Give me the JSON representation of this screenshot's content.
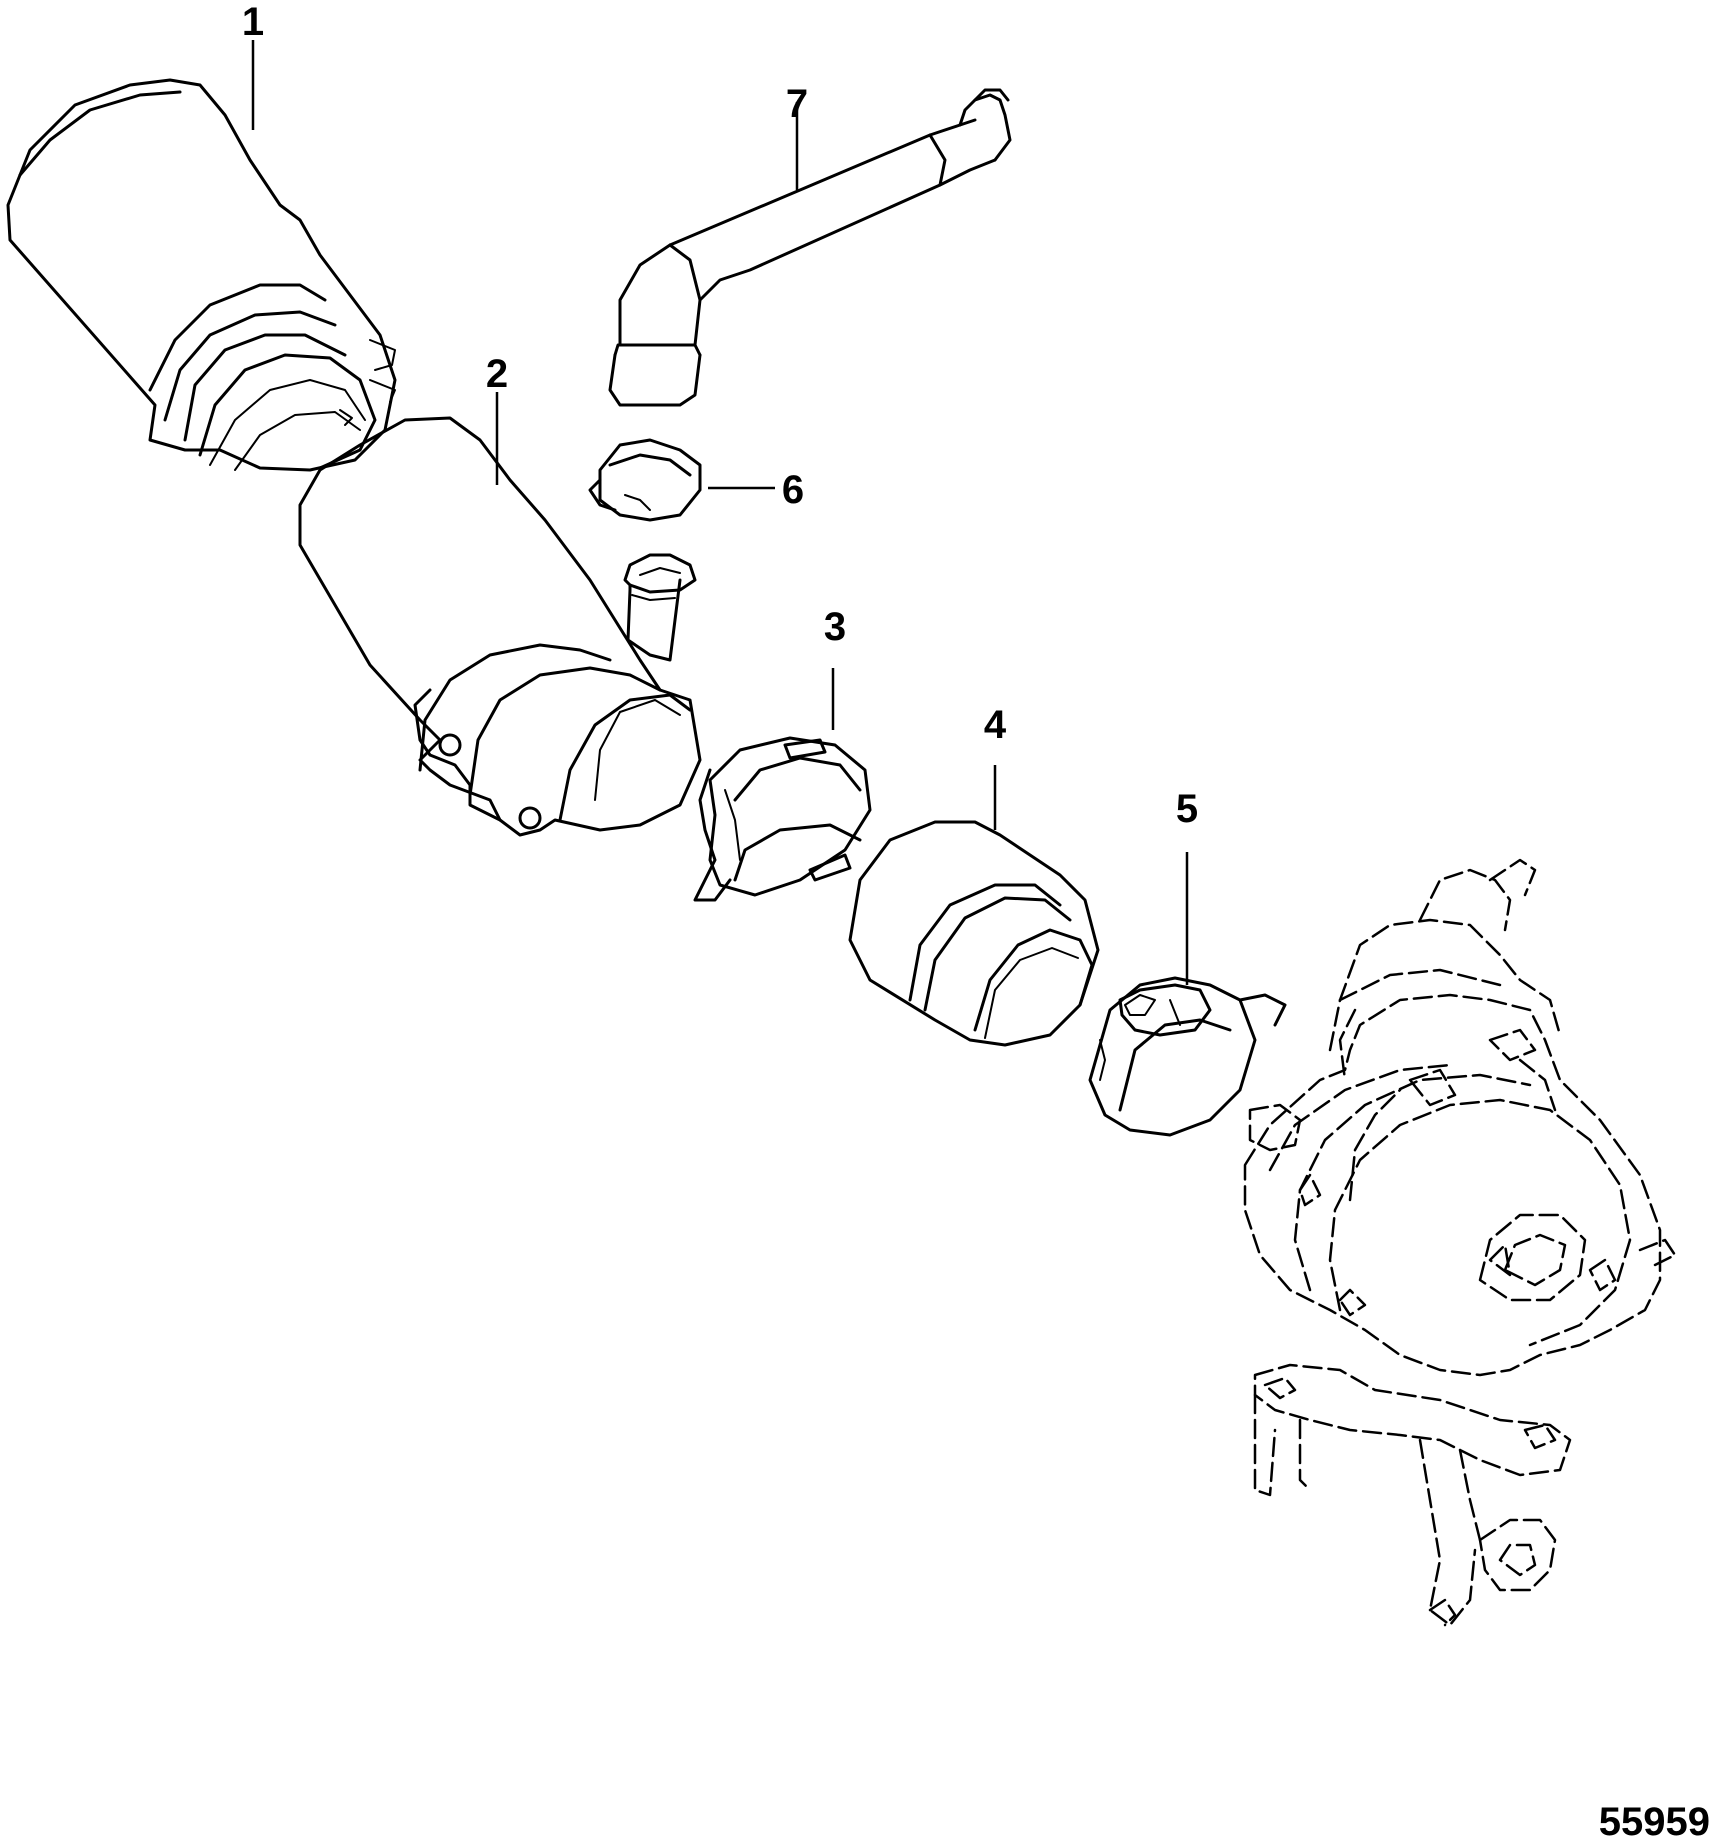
{
  "callouts": {
    "c1": "1",
    "c2": "2",
    "c3": "3",
    "c4": "4",
    "c5": "5",
    "c6": "6",
    "c7": "7"
  },
  "figure_number": "55959",
  "colors": {
    "line": "#000000",
    "background": "#ffffff"
  }
}
